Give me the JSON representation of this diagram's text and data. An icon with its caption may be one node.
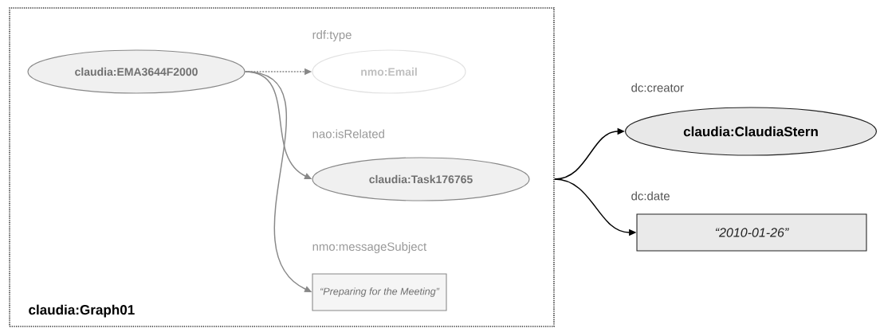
{
  "diagram": {
    "nodes": [
      {
        "text": [
          "claudia:Graph01"
        ]
      },
      {
        "text": [
          "claudia:EMA3644F2000"
        ],
        "in": 0
      },
      {
        "text": [
          "nmo:Email"
        ],
        "in": 0
      },
      {
        "text": [
          "claudia:Task176765"
        ],
        "in": 0
      },
      {
        "text": [
          "“Preparing for the Meeting”"
        ],
        "in": 0
      },
      {
        "text": [
          "claudia:ClaudiaStern"
        ]
      },
      {
        "text": [
          "“2010-01-26”"
        ]
      }
    ],
    "edges": [
      {
        "from": 1,
        "to": 2,
        "arrow": "to",
        "label": "rdf:type",
        "style": "dashed"
      },
      {
        "from": 1,
        "to": 3,
        "arrow": "to",
        "label": "nao:isRelated"
      },
      {
        "from": 1,
        "to": 4,
        "arrow": "to",
        "label": "nmo:messageSubject"
      },
      {
        "from": 0,
        "to": 5,
        "arrow": "to",
        "label": "dc:creator",
        "color": "#000000"
      },
      {
        "from": 0,
        "to": 6,
        "arrow": "to",
        "label": "dc:date",
        "color": "#000000"
      }
    ]
  }
}
